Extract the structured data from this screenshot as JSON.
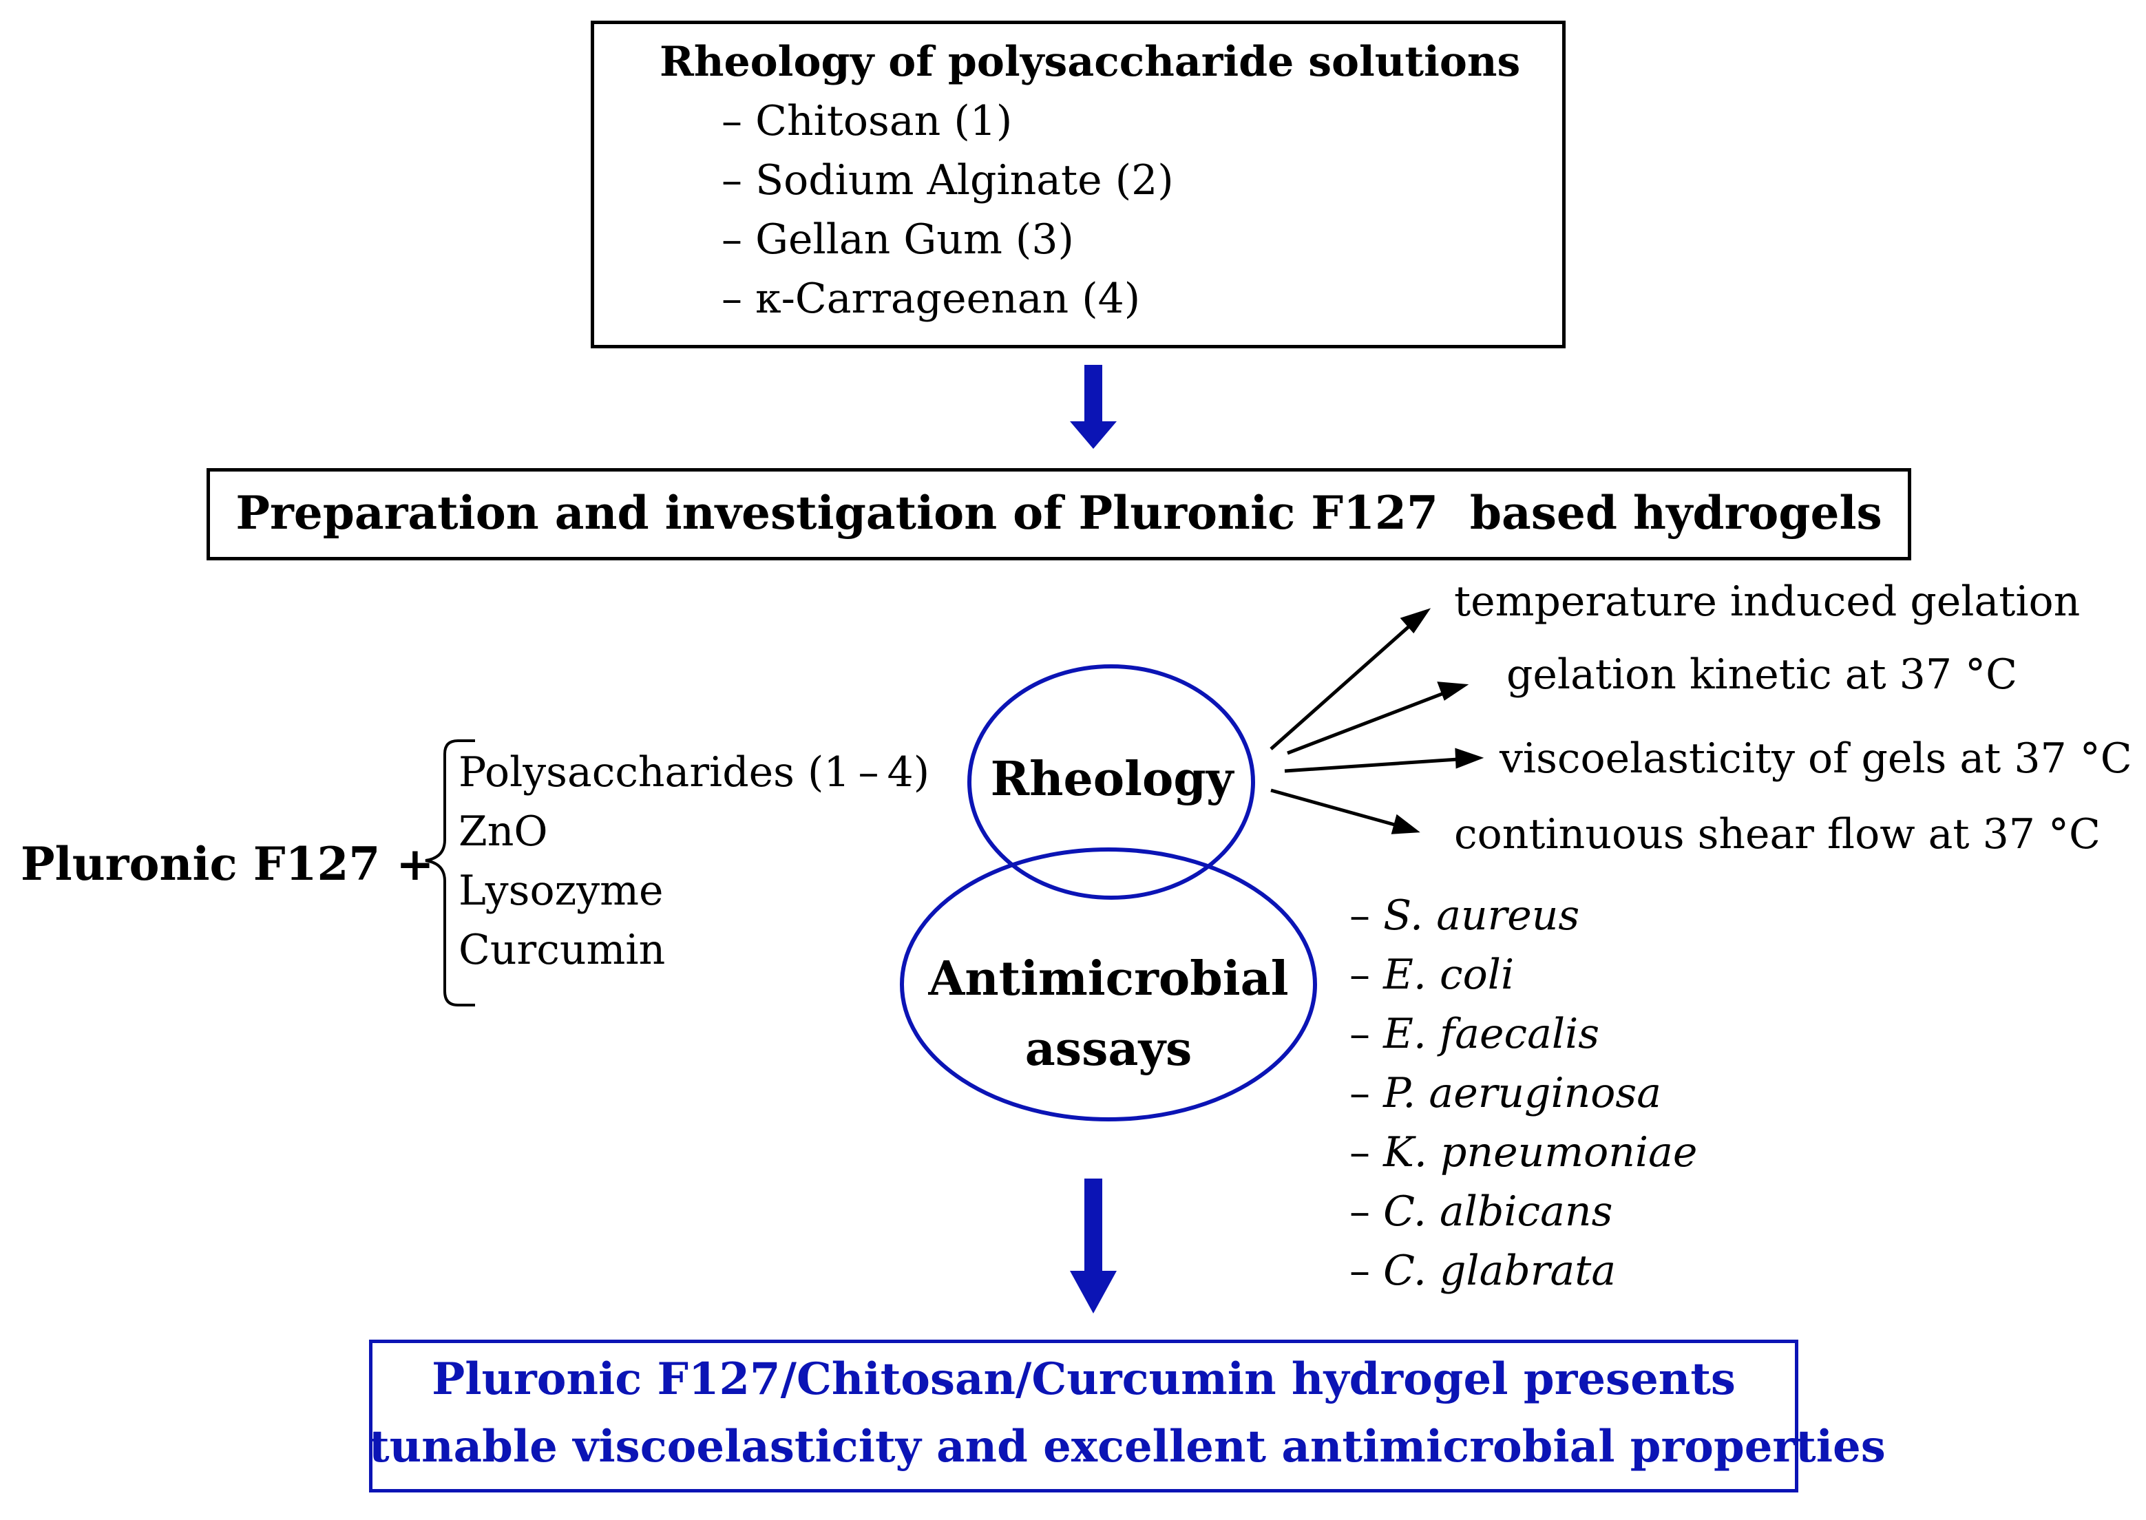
{
  "top_box": {
    "title": "Rheology of polysaccharide solutions",
    "items": [
      "– Chitosan (1)",
      "– Sodium Alginate (2)",
      "– Gellan Gum (3)",
      "– κ-Carrageenan (4)"
    ]
  },
  "middle_box": {
    "title": "Preparation and investigation of Pluronic F127  based hydrogels"
  },
  "left": {
    "label": "Pluronic F127 +",
    "components": [
      "Polysaccharides (1 – 4)",
      "ZnO",
      "Lysozyme",
      "Curcumin"
    ]
  },
  "rheology": {
    "label": "Rheology",
    "tests": [
      "temperature induced gelation",
      "gelation kinetic at 37 °C",
      "viscoelasticity of gels at 37 °C",
      "continuous shear flow at 37 °C"
    ]
  },
  "antimicrobial": {
    "label_line1": "Antimicrobial",
    "label_line2": "assays",
    "dash": "– ",
    "organisms": [
      "S. aureus",
      "E. coli",
      "E. faecalis",
      "P. aeruginosa",
      "K. pneumoniae",
      "C. albicans",
      "C. glabrata"
    ]
  },
  "conclusion": {
    "line1": "Pluronic F127/Chitosan/Curcumin hydrogel presents",
    "line2": "tunable viscoelasticity and excellent antimicrobial properties"
  },
  "colors": {
    "accent_blue": "#0b14b5",
    "text": "#000000"
  }
}
